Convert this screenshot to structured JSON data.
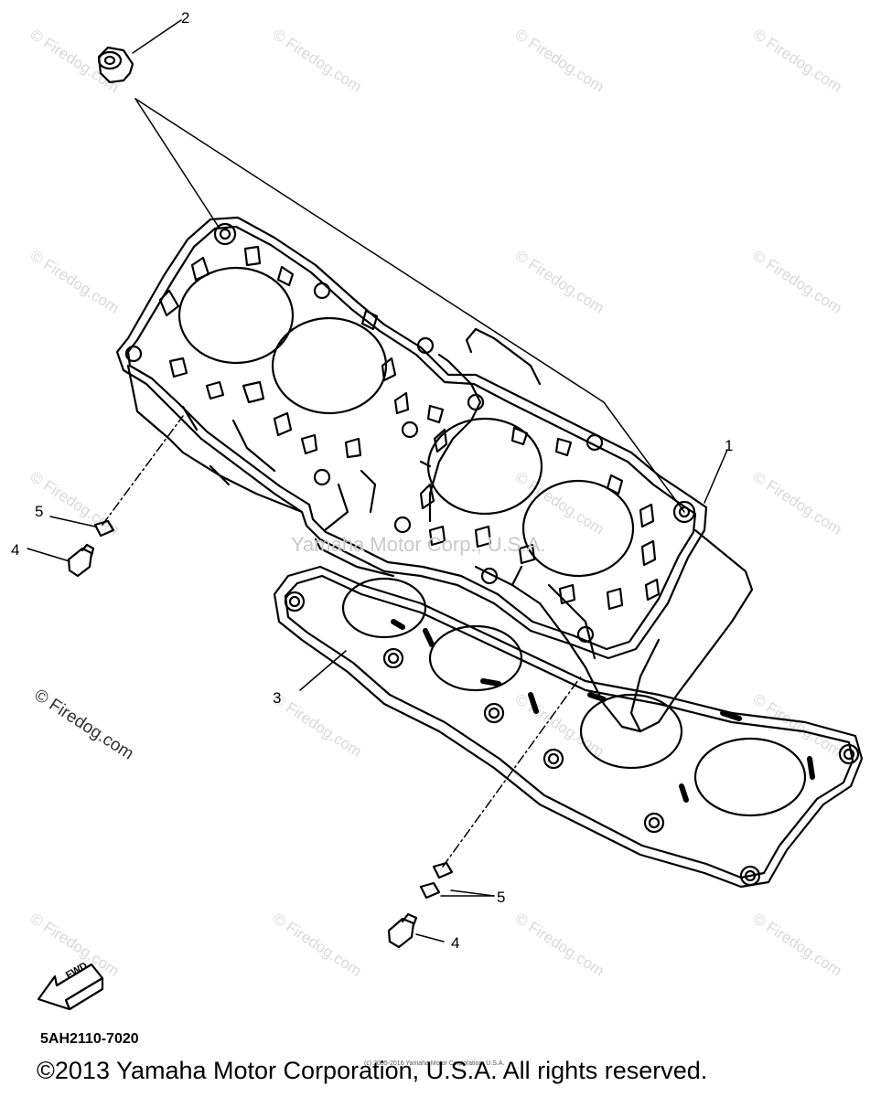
{
  "watermark_text": "© Firedog.com",
  "small_credit": "(c) 2005-2016 Yamaha Motor Corporation, U.S.A.",
  "center_watermark": "Yamaha Motor Corp., U.S.A.",
  "callouts": {
    "c1": "1",
    "c2": "2",
    "c3": "3",
    "c4a": "4",
    "c4b": "4",
    "c5a": "5",
    "c5b": "5"
  },
  "fwd_label": "FWD",
  "part_number": "5AH2110-7020",
  "copyright": "©2013 Yamaha Motor Corporation, U.S.A. All rights reserved."
}
